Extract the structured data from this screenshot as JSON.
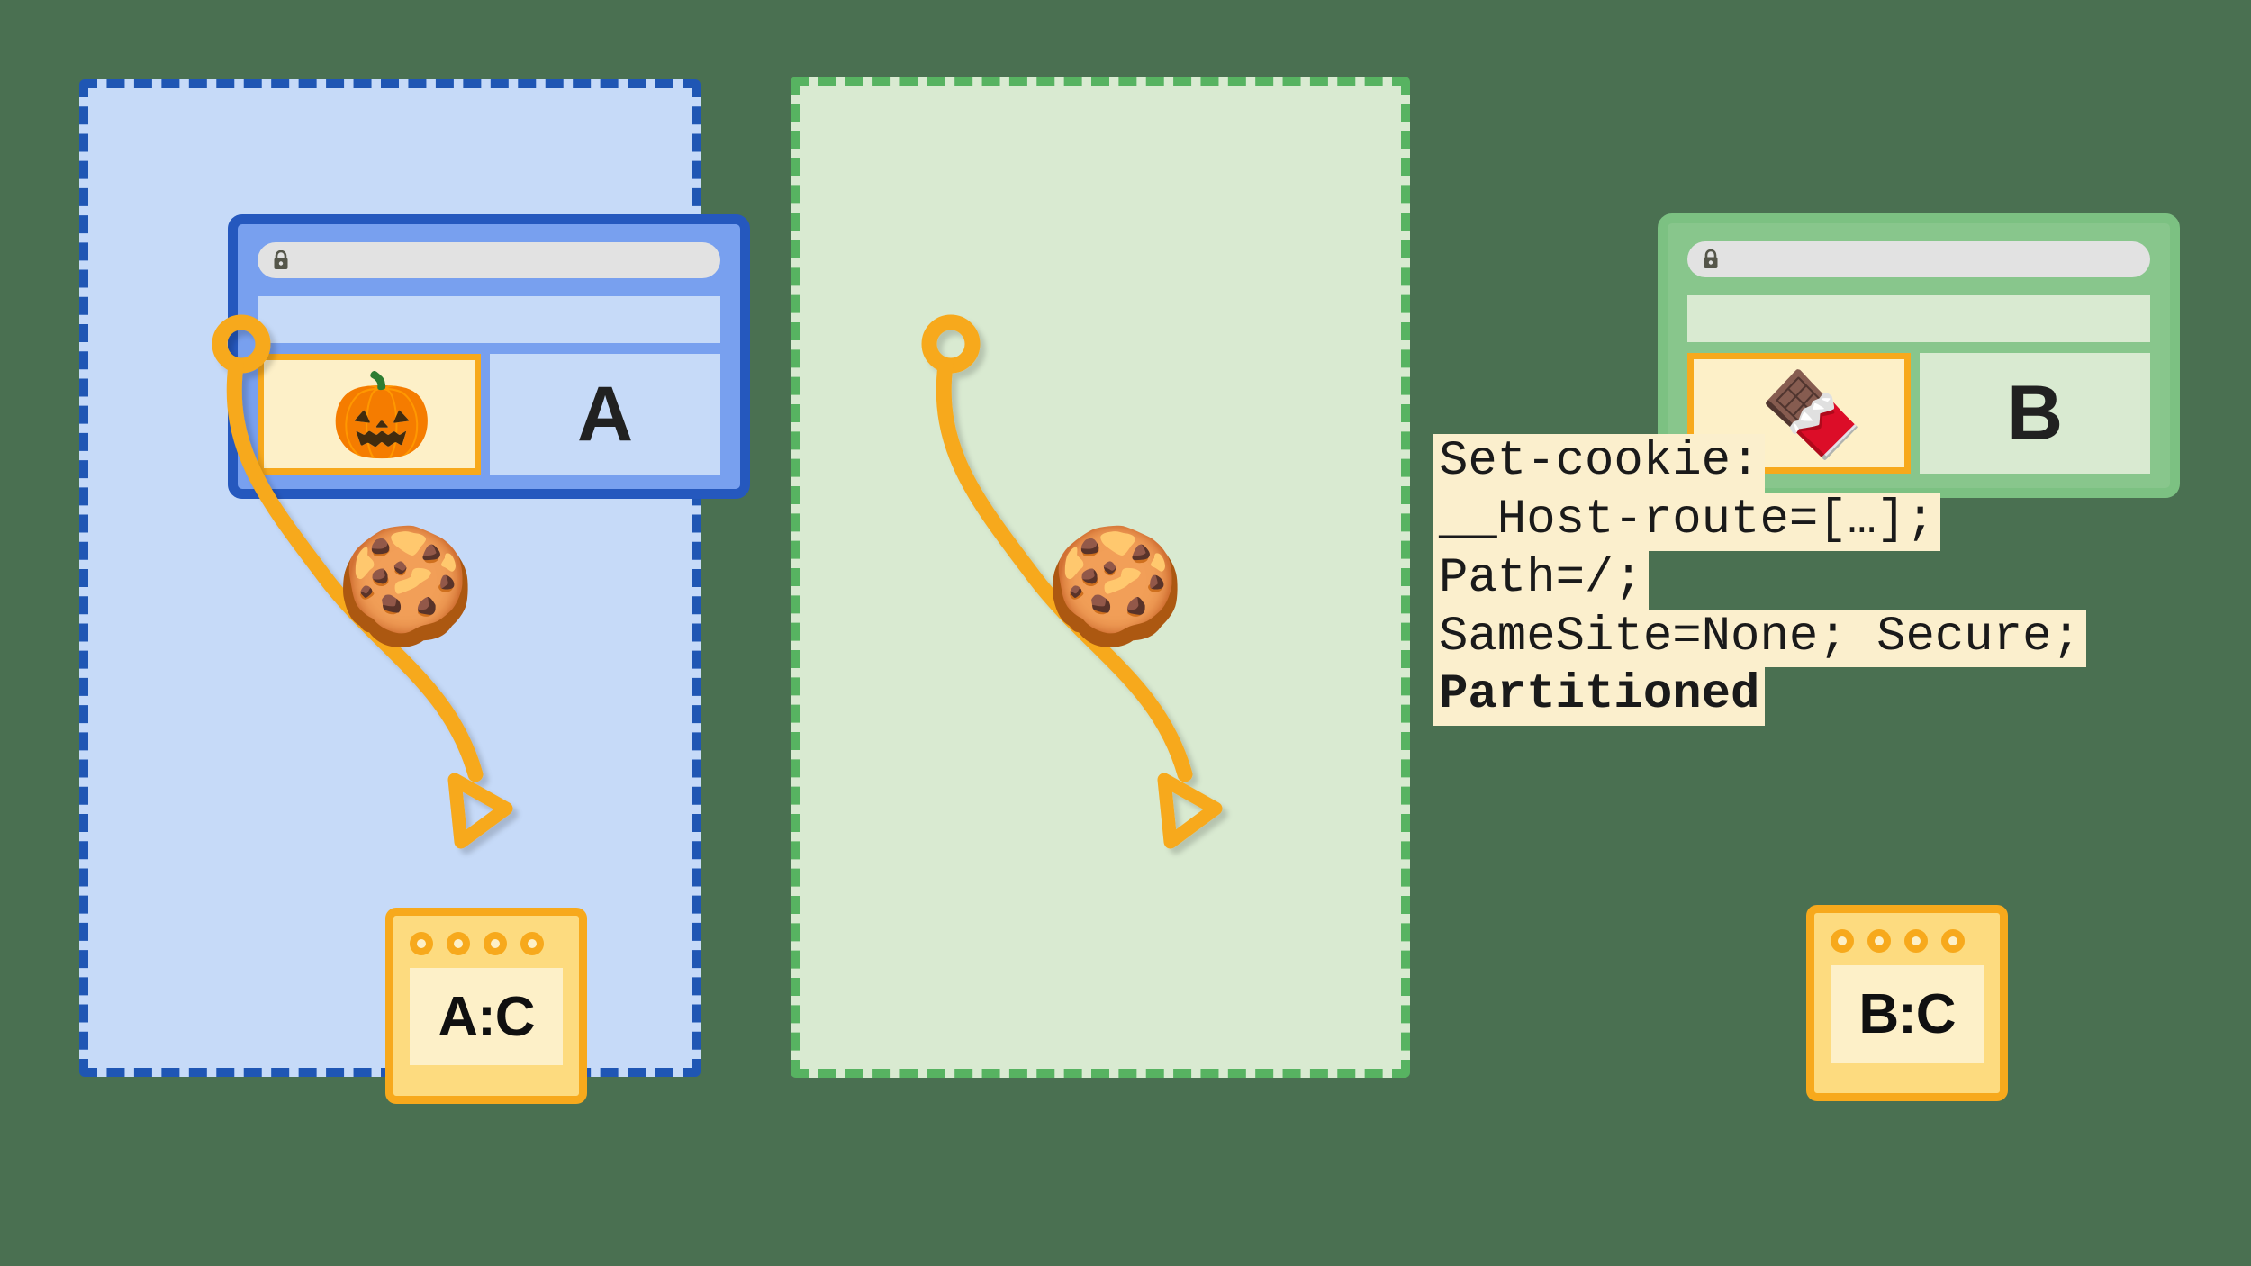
{
  "background_color": "#4a7051",
  "partitions": [
    {
      "name": "partition-a",
      "border_color": "#1f56b4",
      "fill_color": "#c6daf8",
      "browser": {
        "letter": "A",
        "lock_icon": "lock-icon",
        "ad_emoji": "🎃",
        "ad_emoji_name": "jack-o-lantern-icon",
        "border_color": "#2558be",
        "body_color": "#78a0ef"
      },
      "cookie_emoji": "🍪",
      "cookie_emoji_name": "cookie-icon",
      "jar_label": "A:C"
    },
    {
      "name": "partition-b",
      "border_color": "#57b361",
      "fill_color": "#d9ead1",
      "browser": {
        "letter": "B",
        "lock_icon": "lock-icon",
        "ad_emoji": "🍫",
        "ad_emoji_name": "chocolate-bar-icon",
        "border_color": "#7cc182",
        "body_color": "#88c68c"
      },
      "cookie_emoji": "🍪",
      "cookie_emoji_name": "cookie-icon",
      "jar_label": "B:C"
    }
  ],
  "code": {
    "background_color": "#fbefcd",
    "lines": [
      {
        "text": "Set-cookie:",
        "bold": false
      },
      {
        "text": "__Host-route=[…];",
        "bold": false
      },
      {
        "text": "Path=/;",
        "bold": false
      },
      {
        "text": "SameSite=None; Secure;",
        "bold": false
      },
      {
        "text": "Partitioned",
        "bold": true
      }
    ]
  },
  "arrow": {
    "color": "#f7a91c"
  }
}
